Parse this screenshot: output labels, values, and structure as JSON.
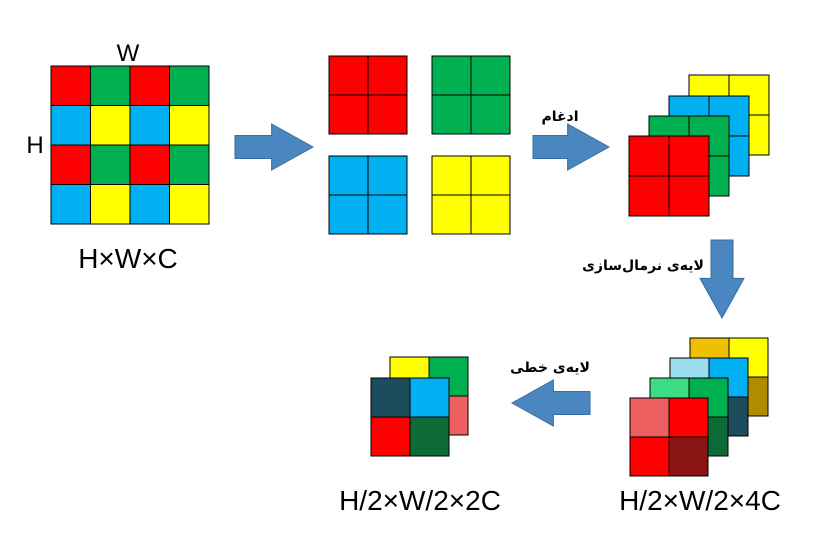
{
  "colors": {
    "red": "#FF0000",
    "green": "#00B050",
    "blue": "#00B0F0",
    "yellow": "#FFFF00",
    "arrow": "#4A86C0",
    "arrow_stroke": "#3A6E9E",
    "grid_line": "#000000",
    "light_red": "#EE6060",
    "dark_red": "#8B1515",
    "light_green": "#3CDC84",
    "dark_green": "#0E6B35",
    "light_blue": "#9ADCEE",
    "dark_blue": "#1B4D5C",
    "gold_light": "#F0C000",
    "gold_dark": "#B08C00"
  },
  "input": {
    "width_label": "W",
    "height_label": "H",
    "shape_label": "H×W×C",
    "pattern": [
      [
        "red",
        "green",
        "red",
        "green"
      ],
      [
        "blue",
        "yellow",
        "blue",
        "yellow"
      ],
      [
        "red",
        "green",
        "red",
        "green"
      ],
      [
        "blue",
        "yellow",
        "blue",
        "yellow"
      ]
    ]
  },
  "split": {
    "groups": [
      "red",
      "green",
      "blue",
      "yellow"
    ]
  },
  "steps": {
    "merge_label": "ادغام",
    "norm_label": "لایه‌ی نرمال‌سازی",
    "linear_label": "لایه‌ی خطی"
  },
  "normalized": {
    "shape_label": "H/2×W/2×4C",
    "layers": [
      {
        "name": "yellow",
        "cells": [
          "gold_light",
          "yellow",
          "yellow",
          "gold_dark"
        ]
      },
      {
        "name": "blue",
        "cells": [
          "light_blue",
          "blue",
          "blue",
          "dark_blue"
        ]
      },
      {
        "name": "green",
        "cells": [
          "light_green",
          "green",
          "green",
          "dark_green"
        ]
      },
      {
        "name": "red",
        "cells": [
          "light_red",
          "red",
          "red",
          "dark_red"
        ]
      }
    ]
  },
  "output": {
    "shape_label": "H/2×W/2×2C",
    "back_cells": [
      "yellow",
      "green",
      "",
      "light_red"
    ],
    "front_cells": [
      "dark_blue",
      "blue",
      "red",
      "dark_green"
    ]
  }
}
